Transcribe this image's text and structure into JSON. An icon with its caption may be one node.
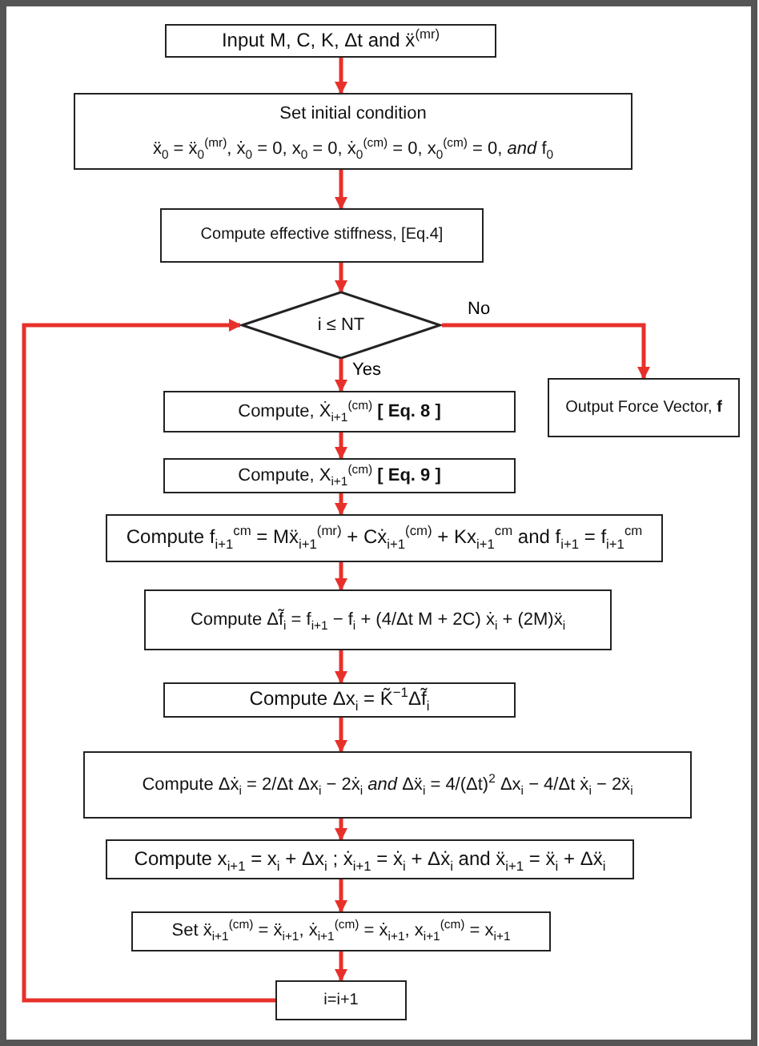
{
  "diagram": {
    "nodes": [
      {
        "text": [
          "Input M, C, K, Δt and ẍ$^{(mr)}$"
        ]
      },
      {
        "text": [
          "Set initial condition",
          "ẍ$_{0}$ = ẍ$_{0}$$^{(mr)}$, ẋ$_{0}$ = 0, x$_{0}$ = 0, ẋ$_{0}$$^{(cm)}$ = 0, x$_{0}$$^{(cm)}$ = 0, *and* f$_{0}$"
        ]
      },
      {
        "text": [
          "Compute effective stiffness, [Eq.4]"
        ]
      },
      {
        "text": [
          "i ≤ NT"
        ]
      },
      {
        "text": [
          "Output Force Vector, **f**"
        ]
      },
      {
        "text": [
          "Compute, Ẋ$_{i+1}$$^{(cm)}$ **[ Eq. 8 ]**"
        ]
      },
      {
        "text": [
          "Compute, X$_{i+1}$$^{(cm)}$ **[ Eq. 9 ]**"
        ]
      },
      {
        "text": [
          "Compute f$_{i+1}$$^{cm}$ = Mẍ$_{i+1}$$^{(mr)}$ + Cẋ$_{i+1}$$^{(cm)}$ + Kx$_{i+1}$$^{cm}$ and f$_{i+1}$ = f$_{i+1}$$^{cm}$"
        ]
      },
      {
        "text": [
          "Compute Δf̃$_{i}$ = f$_{i+1}$ − f$_{i}$ + (4/Δt M + 2C) ẋ$_{i}$ + (2M)ẍ$_{i}$"
        ]
      },
      {
        "text": [
          "Compute Δx$_{i}$ = K̃$^{−1}$Δf̃$_{i}$"
        ]
      },
      {
        "text": [
          "Compute Δẋ$_{i}$ = 2/Δt Δx$_{i}$ − 2ẋ$_{i}$ *and* Δẍ$_{i}$ = 4/(Δt)$^{2}$ Δx$_{i}$ − 4/Δt ẋ$_{i}$ − 2ẍ$_{i}$"
        ]
      },
      {
        "text": [
          "Compute x$_{i+1}$ = x$_{i}$ + Δx$_{i}$ ; ẋ$_{i+1}$ = ẋ$_{i}$ + Δẋ$_{i}$ and ẍ$_{i+1}$ = ẍ$_{i}$ + Δẍ$_{i}$"
        ]
      },
      {
        "text": [
          "Set ẍ$_{i+1}$$^{(cm)}$ = ẍ$_{i+1}$, ẋ$_{i+1}$$^{(cm)}$ = ẋ$_{i+1}$, x$_{i+1}$$^{(cm)}$ = x$_{i+1}$"
        ]
      },
      {
        "text": [
          "i=i+1"
        ]
      }
    ],
    "edges": [
      {
        "from": 0,
        "to": 1,
        "arrow": "to"
      },
      {
        "from": 1,
        "to": 2,
        "arrow": "to"
      },
      {
        "from": 2,
        "to": 3,
        "arrow": "to"
      },
      {
        "from": 3,
        "to": 4,
        "arrow": "to",
        "label": "No"
      },
      {
        "from": 3,
        "to": 5,
        "arrow": "to",
        "label": "Yes"
      },
      {
        "from": 5,
        "to": 6,
        "arrow": "to"
      },
      {
        "from": 6,
        "to": 7,
        "arrow": "to"
      },
      {
        "from": 7,
        "to": 8,
        "arrow": "to"
      },
      {
        "from": 8,
        "to": 9,
        "arrow": "to"
      },
      {
        "from": 9,
        "to": 10,
        "arrow": "to"
      },
      {
        "from": 10,
        "to": 11,
        "arrow": "to"
      },
      {
        "from": 11,
        "to": 12,
        "arrow": "to"
      },
      {
        "from": 12,
        "to": 13,
        "arrow": "to"
      },
      {
        "from": 13,
        "to": 3,
        "arrow": "to"
      }
    ]
  }
}
